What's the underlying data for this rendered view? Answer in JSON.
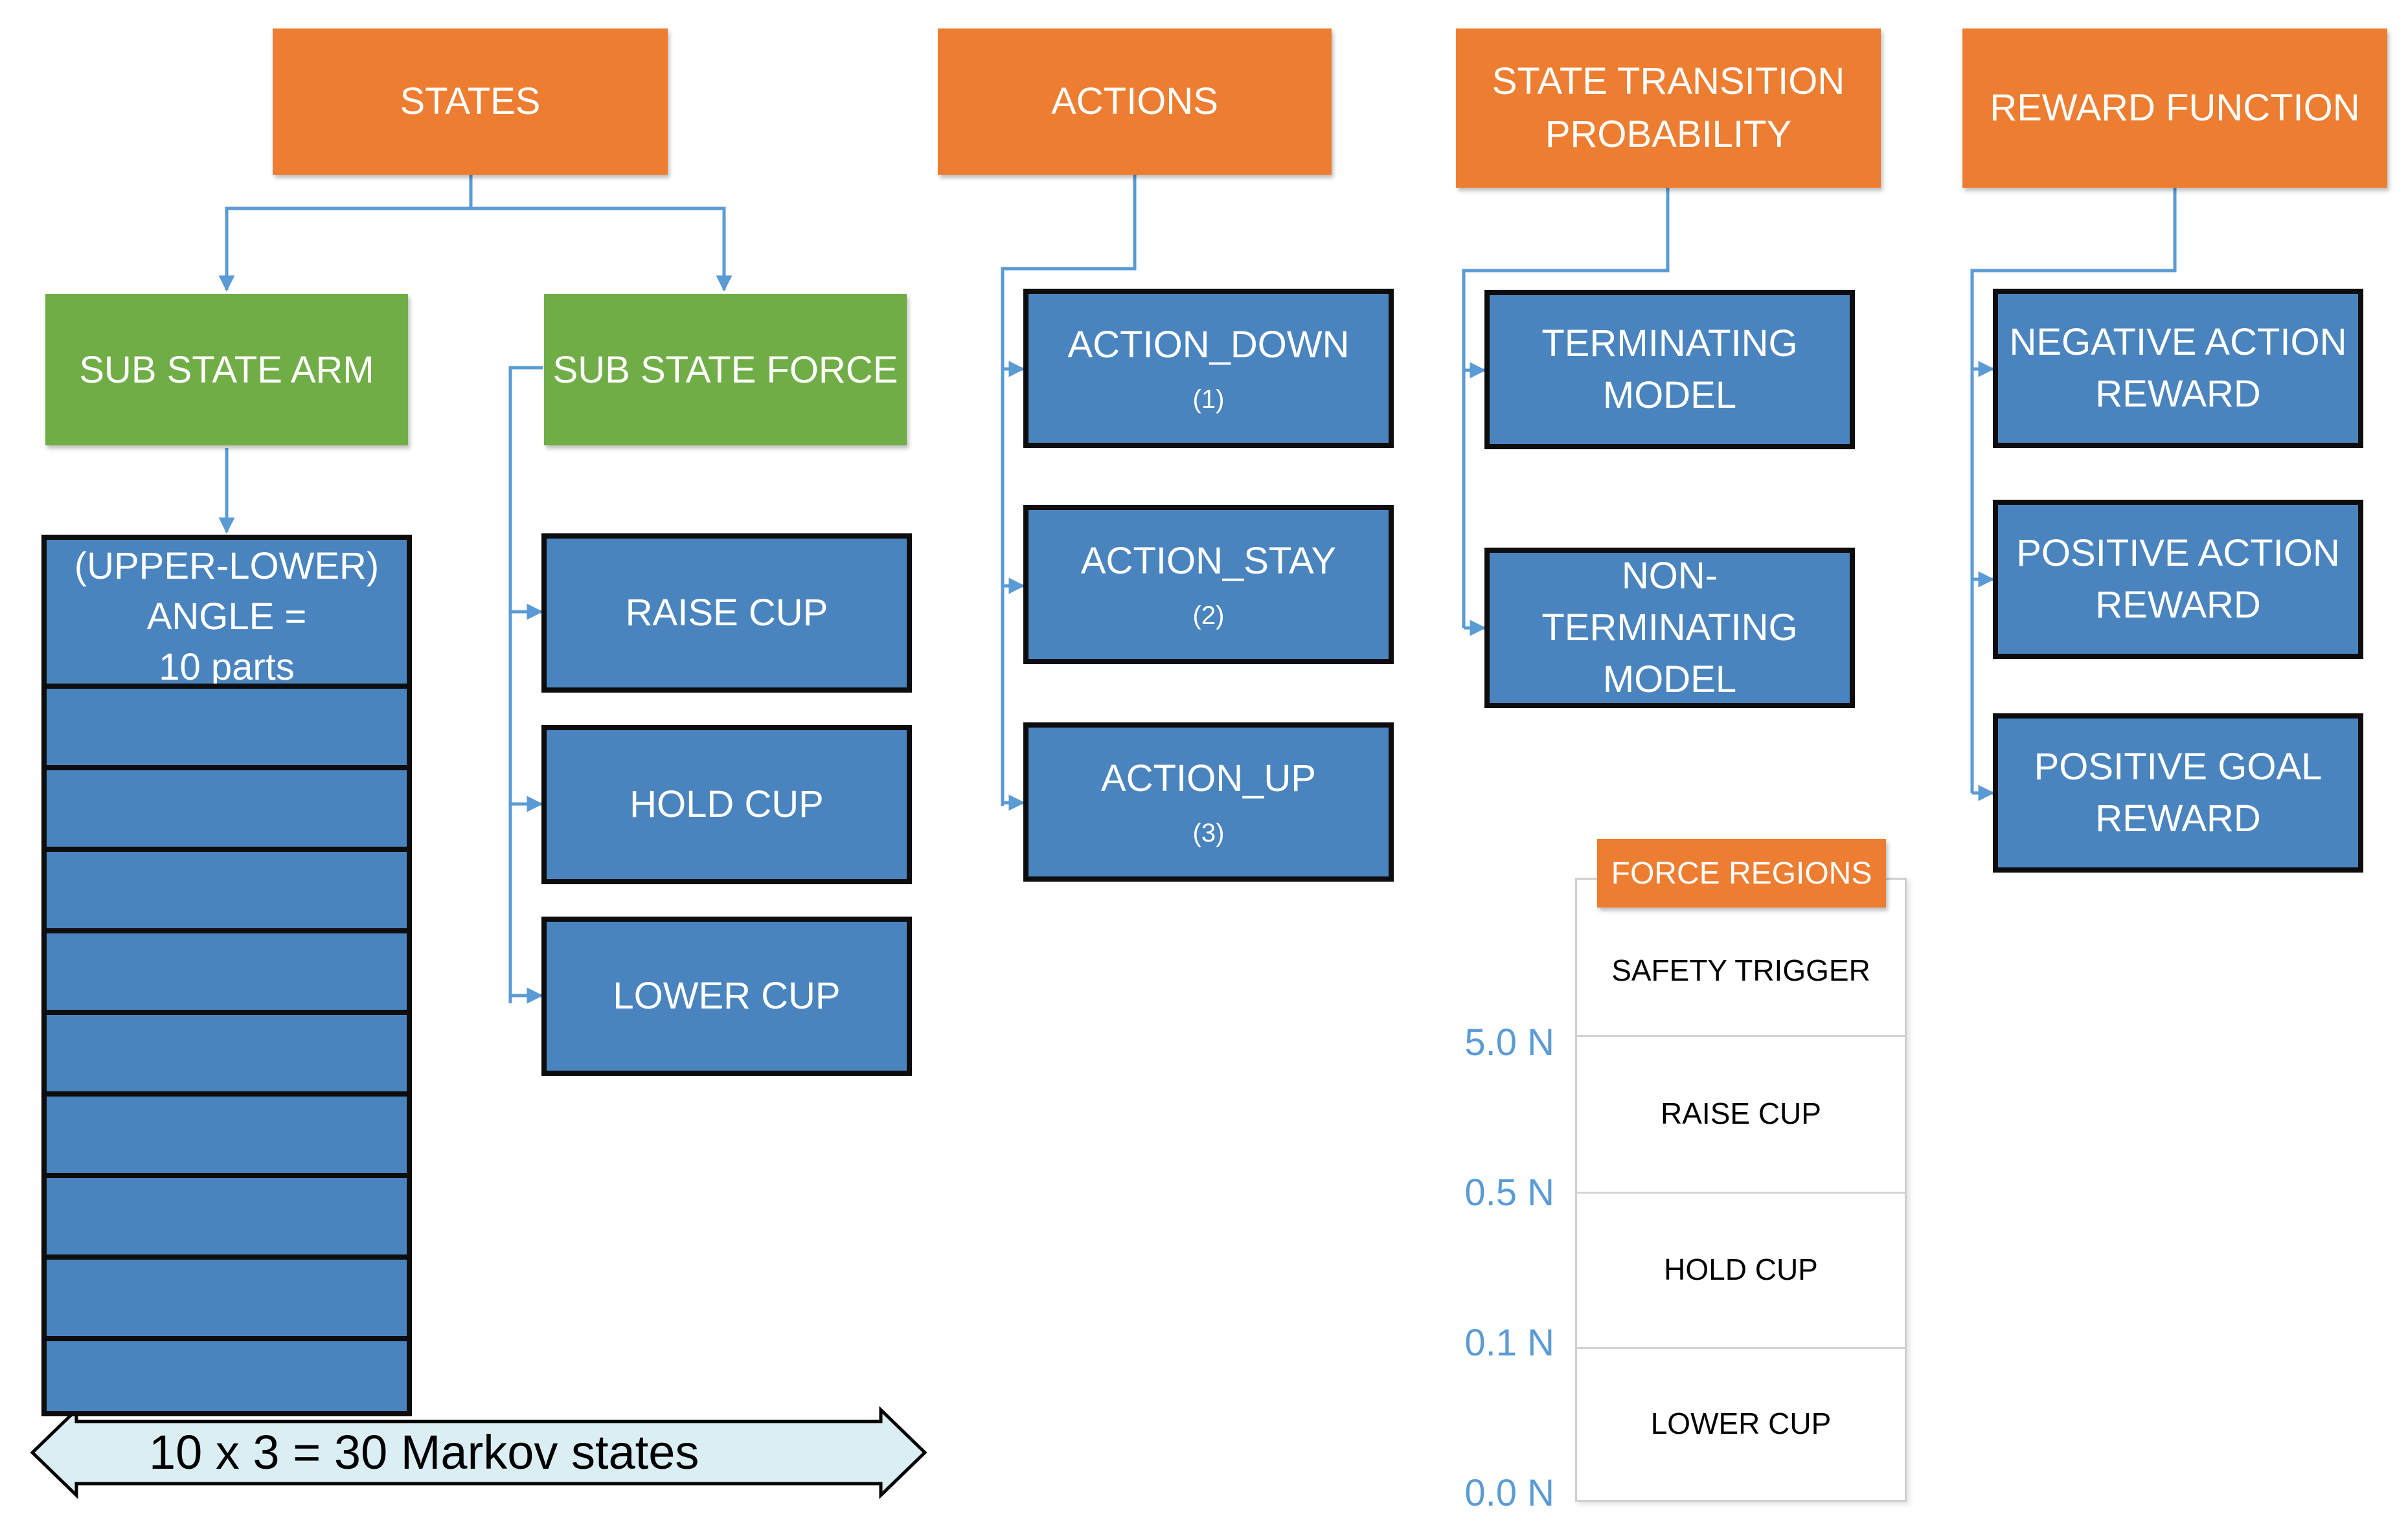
{
  "headers": {
    "states": "STATES",
    "actions": "ACTIONS",
    "transition_line1": "STATE TRANSITION",
    "transition_line2": "PROBABILITY",
    "reward": "REWARD FUNCTION"
  },
  "substates": {
    "arm": "SUB STATE ARM",
    "force": "SUB STATE FORCE"
  },
  "arm": {
    "angle_line1": "(UPPER-LOWER)",
    "angle_line2": "ANGLE =",
    "angle_line3": "10 parts"
  },
  "force_actions": [
    "RAISE CUP",
    "HOLD CUP",
    "LOWER CUP"
  ],
  "actions": [
    {
      "label": "ACTION_DOWN",
      "code": "(1)"
    },
    {
      "label": "ACTION_STAY",
      "code": "(2)"
    },
    {
      "label": "ACTION_UP",
      "code": "(3)"
    }
  ],
  "transition_models": {
    "terminating_line1": "TERMINATING",
    "terminating_line2": "MODEL",
    "nonterm_line1": "NON-",
    "nonterm_line2": "TERMINATING",
    "nonterm_line3": "MODEL"
  },
  "rewards": {
    "negative_line1": "NEGATIVE ACTION",
    "negative_line2": "REWARD",
    "positive_line1": "POSITIVE ACTION",
    "positive_line2": "REWARD",
    "goal_line1": "POSITIVE GOAL",
    "goal_line2": "REWARD"
  },
  "force_regions": {
    "title": "FORCE REGIONS",
    "rows": [
      "SAFETY TRIGGER",
      "RAISE CUP",
      "HOLD CUP",
      "LOWER CUP"
    ],
    "ticks": [
      "5.0 N",
      "0.5 N",
      "0.1 N",
      "0.0 N"
    ]
  },
  "markov": "10 x 3 = 30 Markov states",
  "colors": {
    "header": "#ED7D31",
    "substate": "#70AD47",
    "node": "#4A84BE",
    "connector": "#5B9BD5",
    "arrow_fill": "#DAEEF3"
  }
}
